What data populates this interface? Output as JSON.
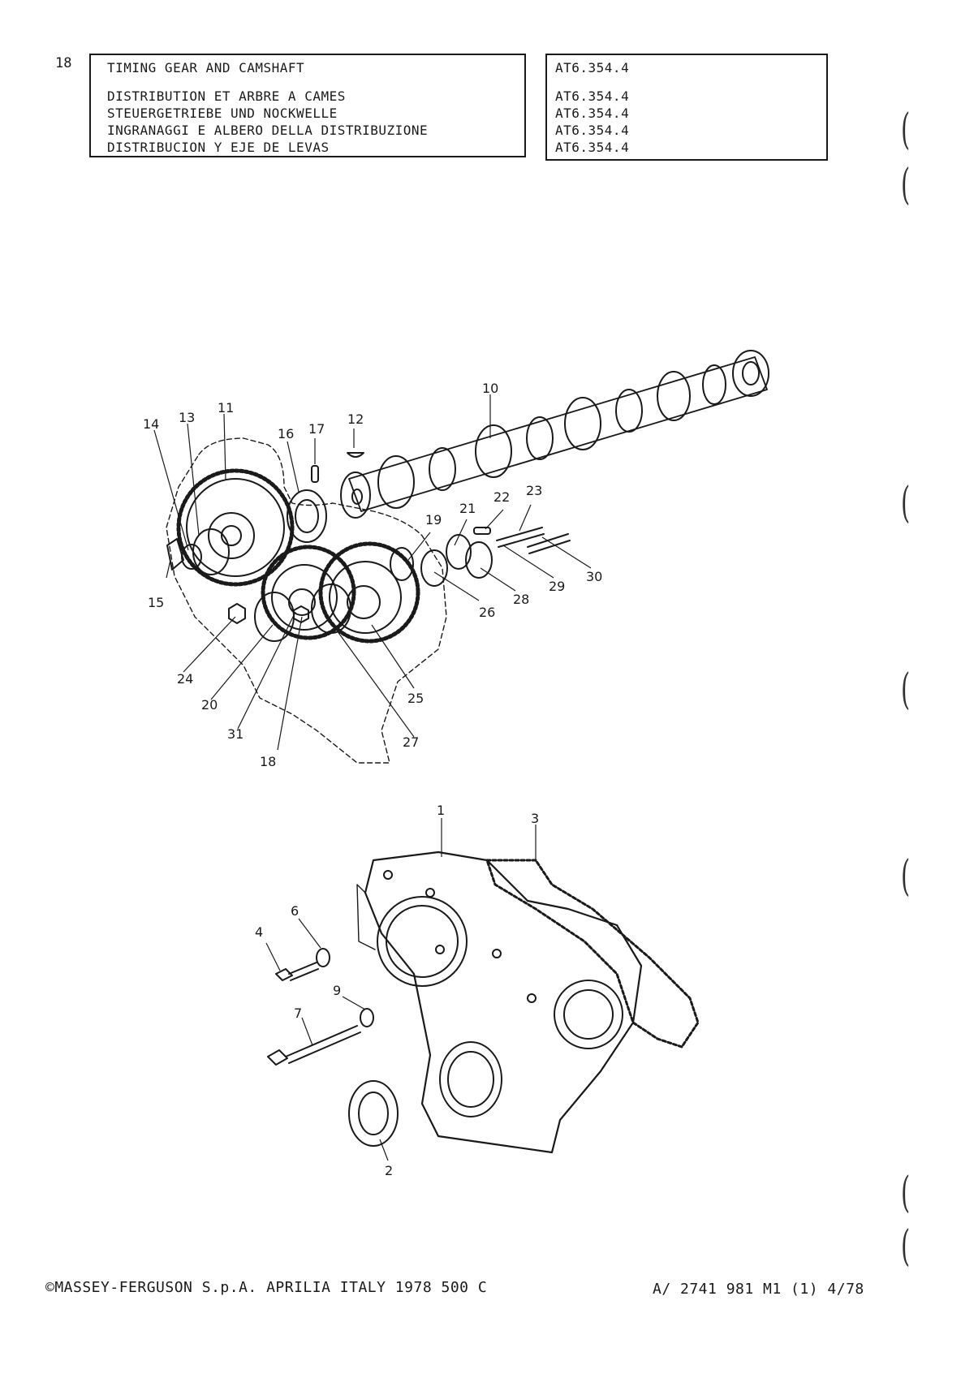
{
  "header": {
    "page_number": "18",
    "titles": [
      "TIMING GEAR AND CAMSHAFT",
      "DISTRIBUTION ET ARBRE A CAMES",
      "STEUERGETRIEBE UND NOCKWELLE",
      "INGRANAGGI E ALBERO DELLA DISTRIBUZIONE",
      "DISTRIBUCION Y EJE DE LEVAS"
    ],
    "model_refs": [
      "AT6.354.4",
      "AT6.354.4",
      "AT6.354.4",
      "AT6.354.4",
      "AT6.354.4"
    ]
  },
  "diagram_upper": {
    "callouts": [
      "10",
      "11",
      "12",
      "13",
      "14",
      "15",
      "16",
      "17",
      "18",
      "19",
      "20",
      "21",
      "22",
      "23",
      "24",
      "25",
      "26",
      "27",
      "28",
      "29",
      "30",
      "31"
    ]
  },
  "diagram_lower": {
    "callouts": [
      "1",
      "2",
      "3",
      "4",
      "6",
      "7",
      "9"
    ]
  },
  "footer": {
    "left": "©MASSEY-FERGUSON S.p.A. APRILIA ITALY 1978  500 C",
    "right": "A/ 2741 981 M1 (1) 4/78"
  }
}
